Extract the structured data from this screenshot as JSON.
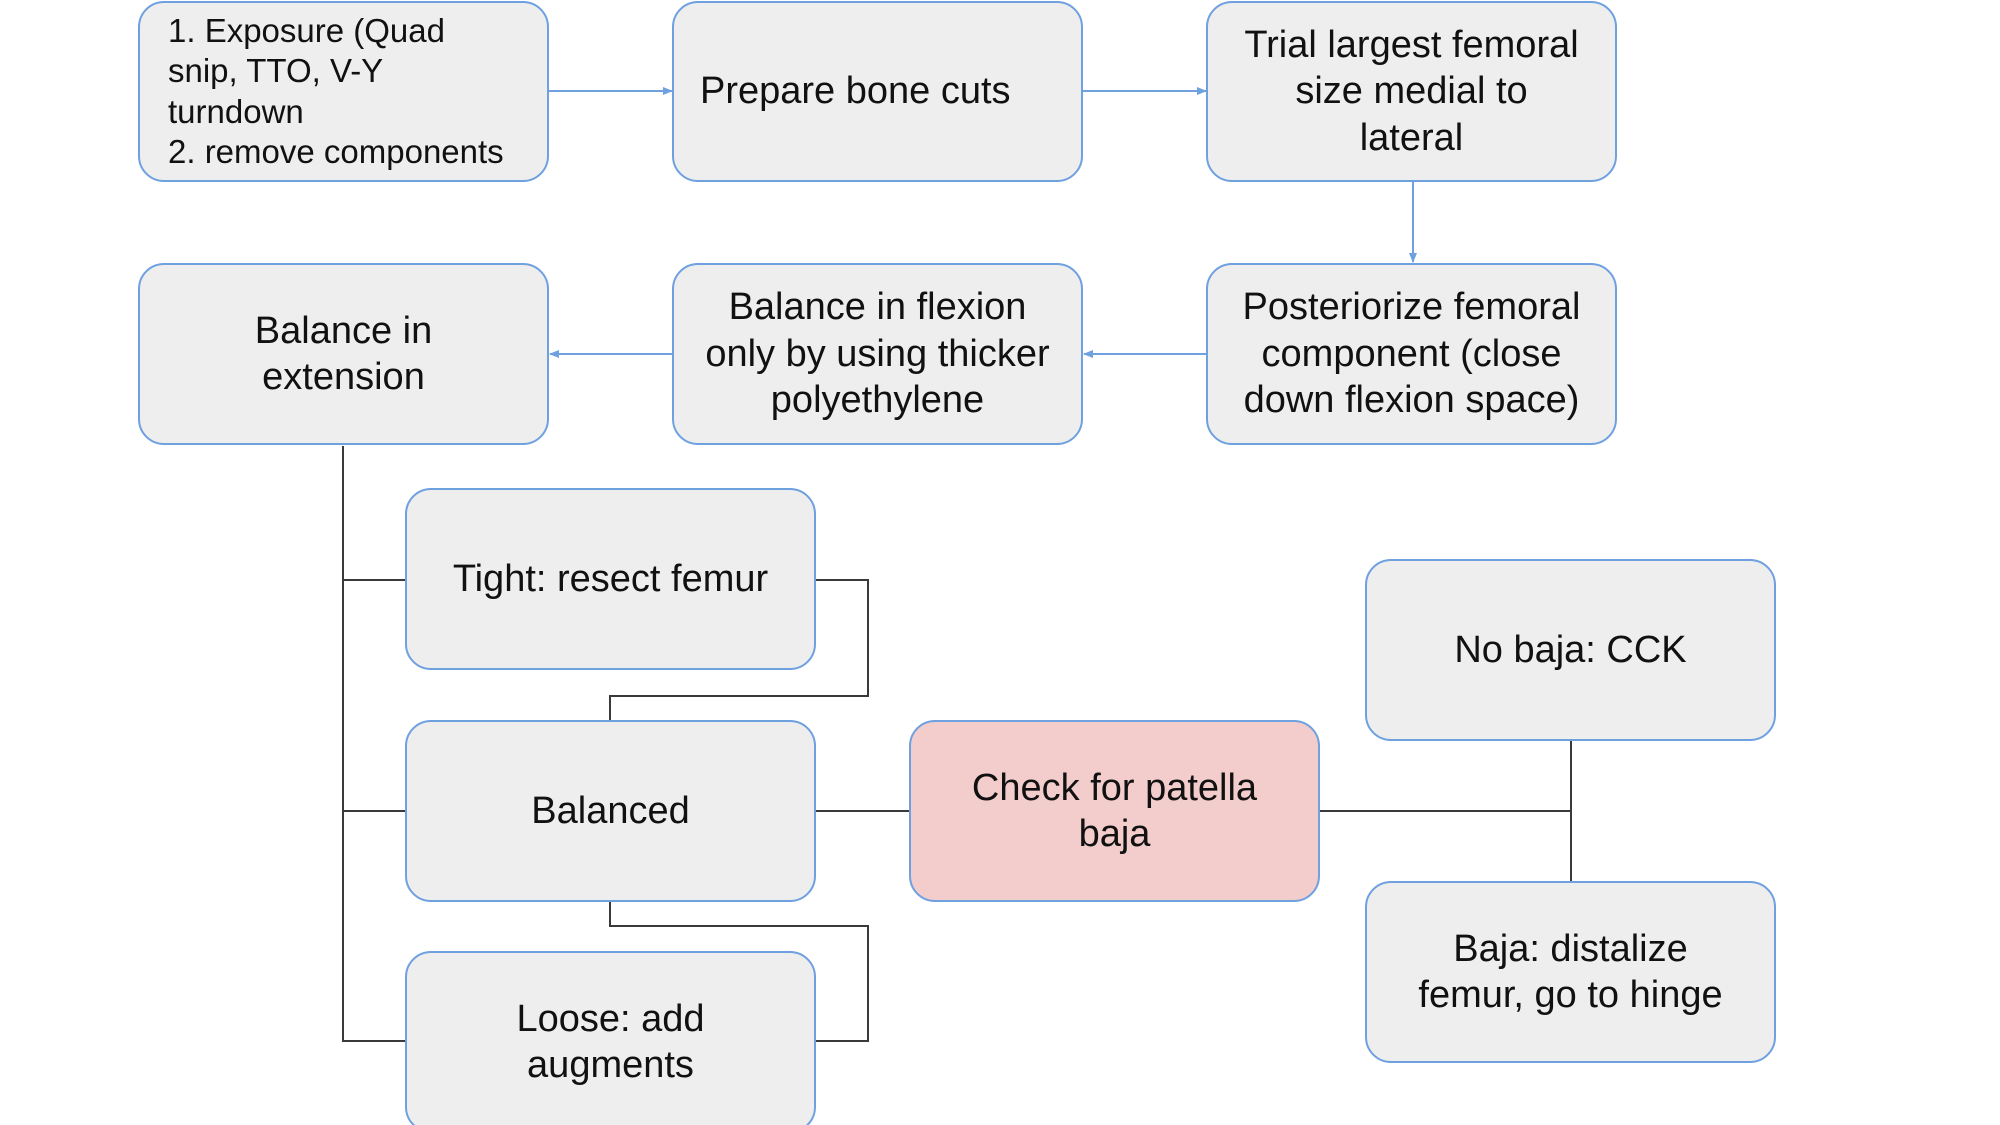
{
  "colors": {
    "box_fill": "#eeeeee",
    "box_border": "#6fa0e0",
    "highlight_fill": "#f3cccc",
    "arrow_blue": "#6fa0e0",
    "connector_dark": "#3a3a3a"
  },
  "nodes": {
    "exposure": "1. Exposure (Quad\nsnip, TTO, V-Y\nturndown\n2. remove components",
    "bone_cuts": "Prepare bone cuts",
    "trial_femoral": "Trial largest femoral\nsize medial to\nlateral",
    "posteriorize": "Posteriorize femoral\ncomponent (close\ndown flexion space)",
    "balance_flexion": "Balance in flexion\nonly by using thicker\npolyethylene",
    "balance_extension": "Balance in\nextension",
    "tight": "Tight: resect femur",
    "balanced": "Balanced",
    "loose": "Loose: add\naugments",
    "check_patella": "Check for patella\nbaja",
    "no_baja": "No baja: CCK",
    "baja": "Baja: distalize\nfemur, go to hinge"
  }
}
